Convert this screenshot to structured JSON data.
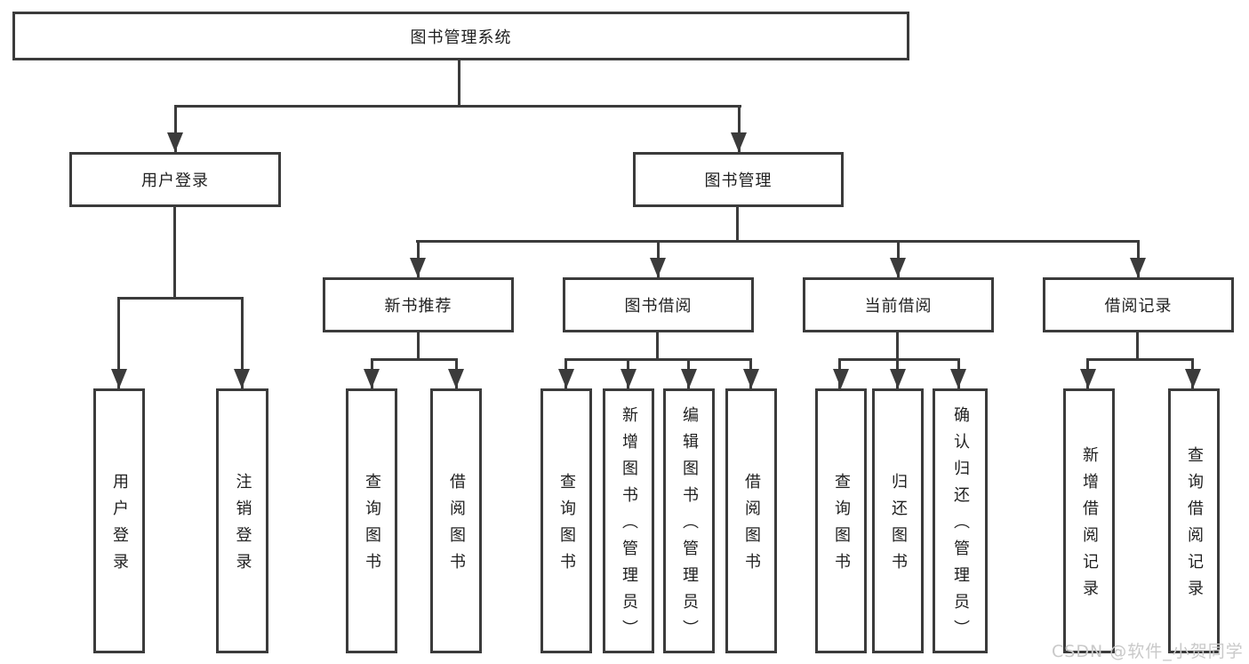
{
  "colors": {
    "background": "#ffffff",
    "line": "#3b3b3b",
    "box_border": "#3b3b3b",
    "box_fill": "#ffffff",
    "text": "#1f1f1f",
    "watermark": "#c9c9c9"
  },
  "diagram": {
    "type": "hierarchy-tree",
    "root": {
      "label": "图书管理系统"
    },
    "level2": [
      {
        "label": "用户登录"
      },
      {
        "label": "图书管理"
      }
    ],
    "level3": [
      {
        "label": "新书推荐",
        "parent": "图书管理"
      },
      {
        "label": "图书借阅",
        "parent": "图书管理"
      },
      {
        "label": "当前借阅",
        "parent": "图书管理"
      },
      {
        "label": "借阅记录",
        "parent": "图书管理"
      }
    ],
    "level4": [
      {
        "label": "用户登录",
        "parent": "用户登录"
      },
      {
        "label": "注销登录",
        "parent": "用户登录"
      },
      {
        "label": "查询图书",
        "parent": "新书推荐"
      },
      {
        "label": "借阅图书",
        "parent": "新书推荐"
      },
      {
        "label": "查询图书",
        "parent": "图书借阅"
      },
      {
        "label": "新增图书（管理员）",
        "parent": "图书借阅"
      },
      {
        "label": "编辑图书（管理员）",
        "parent": "图书借阅"
      },
      {
        "label": "借阅图书",
        "parent": "图书借阅"
      },
      {
        "label": "查询图书",
        "parent": "当前借阅"
      },
      {
        "label": "归还图书",
        "parent": "当前借阅"
      },
      {
        "label": "确认归还（管理员）",
        "parent": "当前借阅"
      },
      {
        "label": "新增借阅记录",
        "parent": "借阅记录"
      },
      {
        "label": "查询借阅记录",
        "parent": "借阅记录"
      }
    ]
  },
  "watermark": {
    "text": "CSDN @软件_小贺同学"
  }
}
